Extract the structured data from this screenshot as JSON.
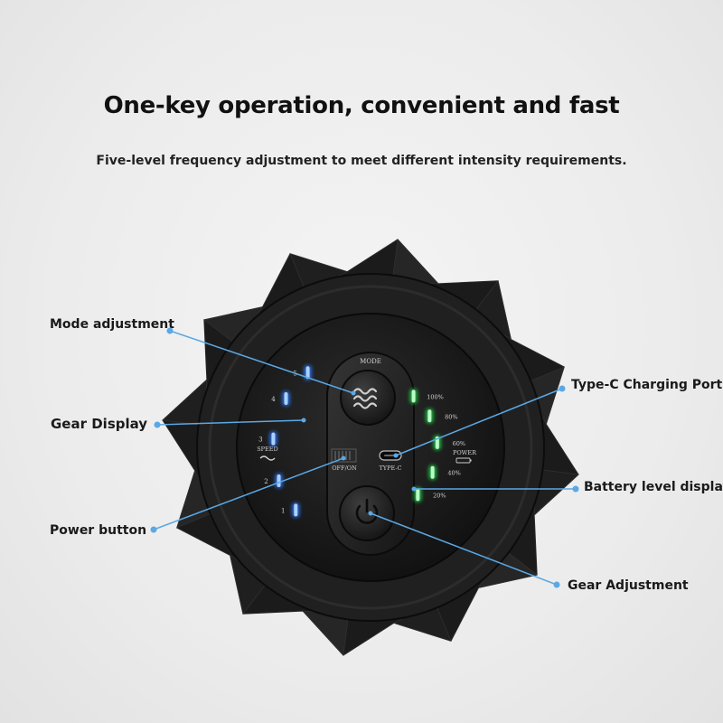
{
  "heading": {
    "title": "One-key operation, convenient and fast",
    "subtitle": "Five-level frequency adjustment to meet different intensity requirements."
  },
  "callouts": {
    "mode_adjustment": "Mode adjustment",
    "gear_display": "Gear Display",
    "power_button": "Power button",
    "typec_port": "Type-C Charging Port",
    "battery_display": "Battery level display",
    "gear_adjustment": "Gear Adjustment"
  },
  "device": {
    "mode_label": "MODE",
    "speed_label": "SPEED",
    "switch_label": "OFF/ON",
    "typec_label": "TYPE-C",
    "power_label": "POWER",
    "gear_levels": [
      "5",
      "4",
      "3",
      "2",
      "1"
    ],
    "battery_levels": [
      "100%",
      "80%",
      "60%",
      "40%",
      "20%"
    ]
  },
  "colors": {
    "leader_line": "#5aa8e6",
    "gear_led": "#2f7cff",
    "battery_led": "#22d04a",
    "device_body": "#1e1e1e"
  },
  "icons": {
    "mode_button": "wave-icon",
    "power_button": "power-icon",
    "speed": "wave-icon"
  }
}
